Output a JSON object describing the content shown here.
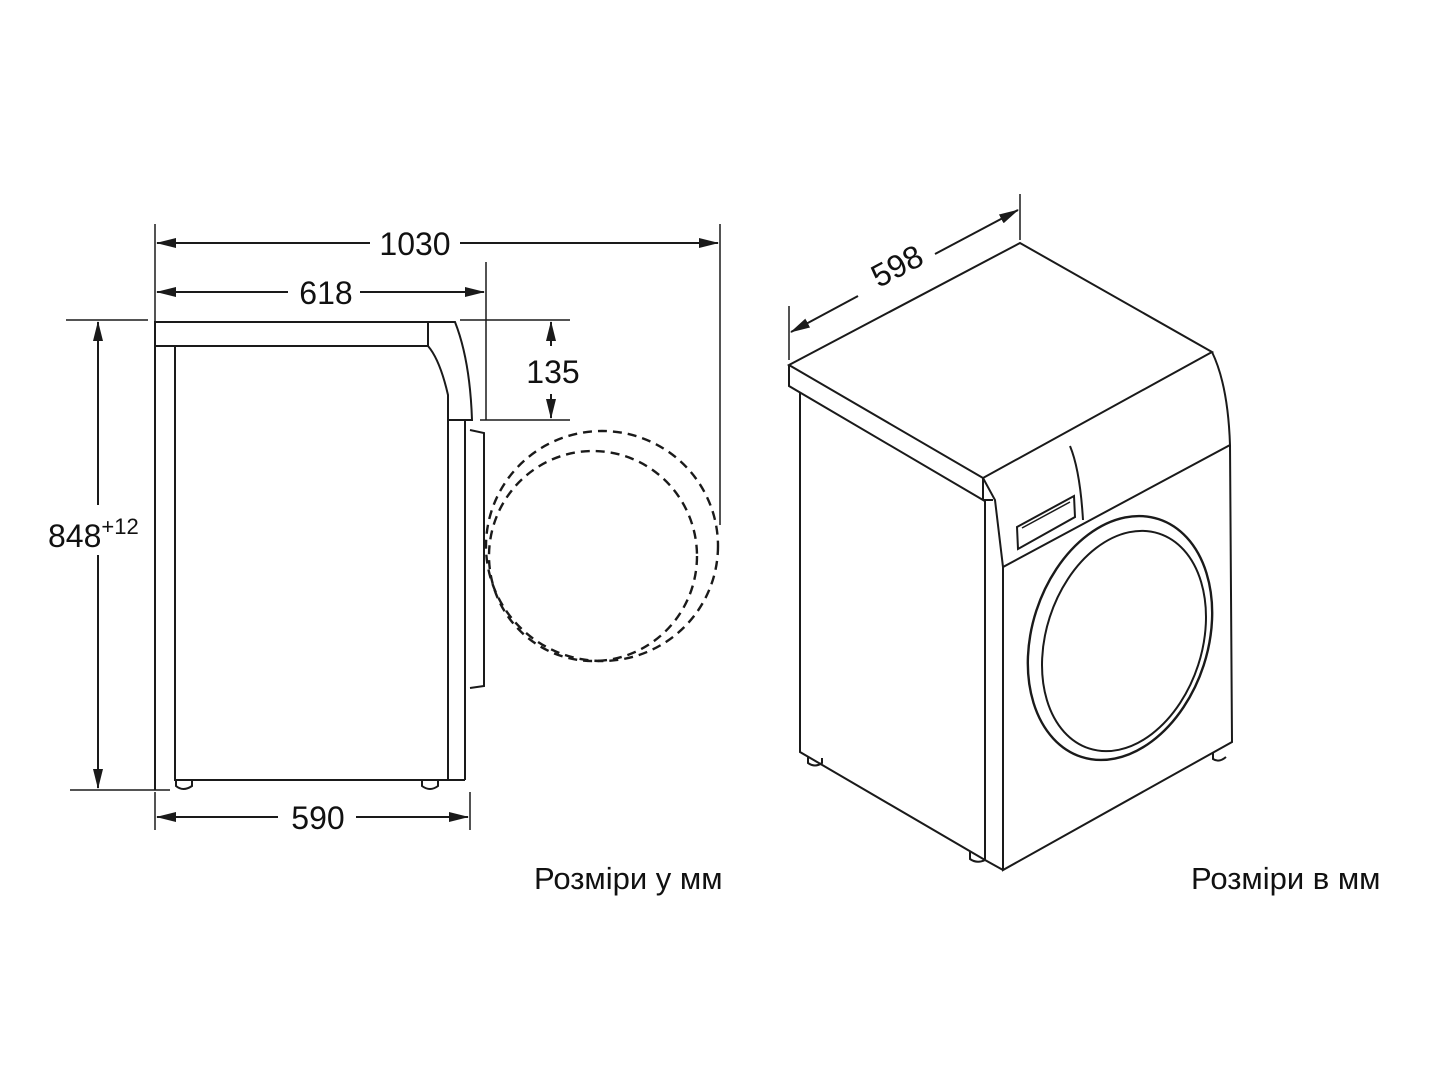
{
  "side_view": {
    "overall_depth_door_open": "1030",
    "depth_with_top": "618",
    "top_thickness": "135",
    "height": "848",
    "height_tolerance": "+12",
    "body_depth": "590",
    "caption": "Розміри у мм"
  },
  "perspective_view": {
    "width": "598",
    "caption": "Розміри в мм"
  },
  "colors": {
    "line": "#1a1a1a",
    "background": "#ffffff"
  }
}
